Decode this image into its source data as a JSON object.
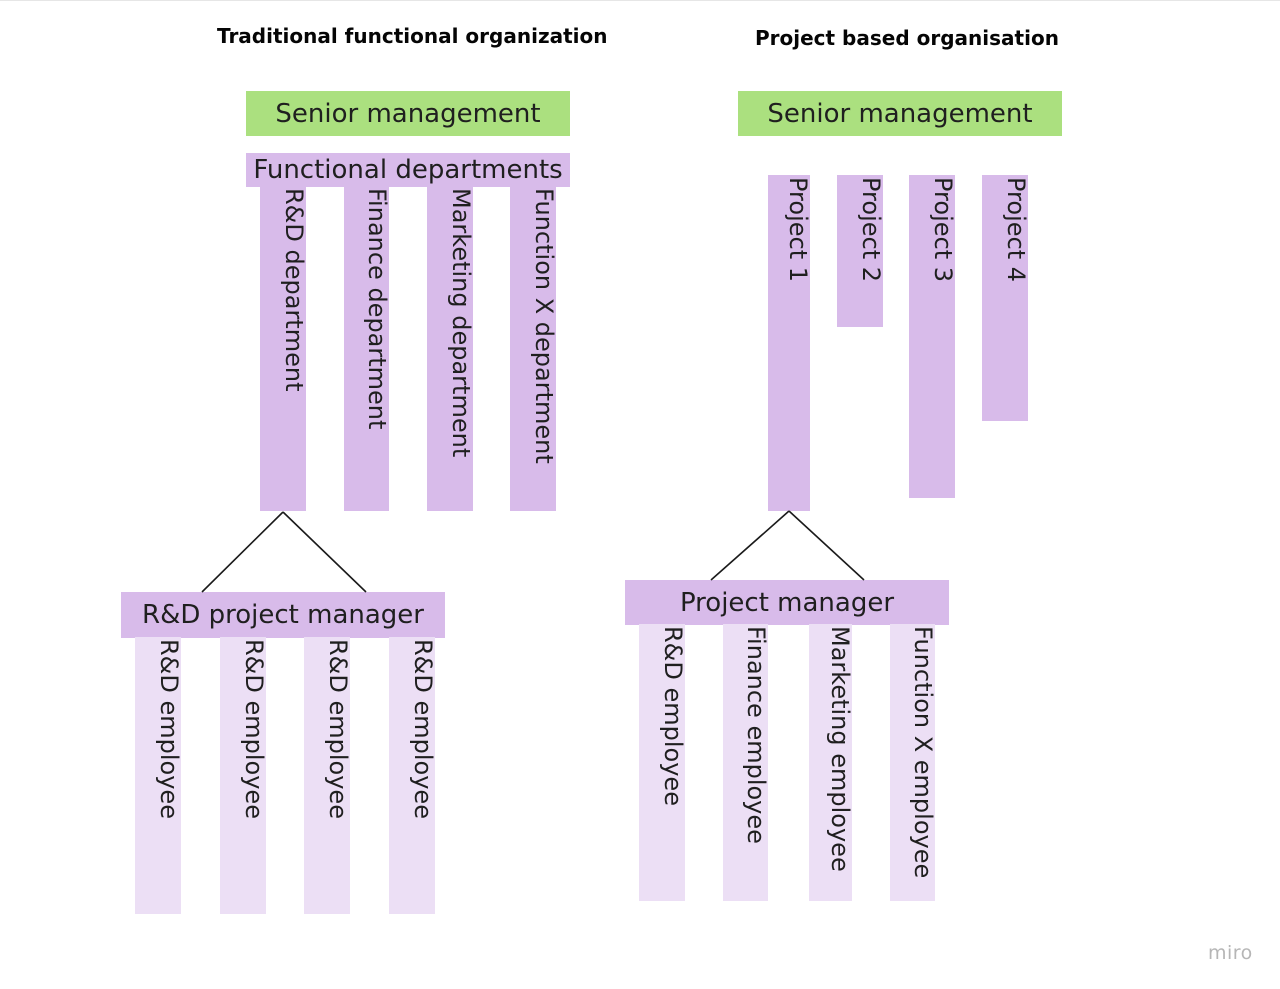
{
  "left": {
    "title": "Traditional functional organization",
    "senior": "Senior management",
    "functional": "Functional departments",
    "departments": [
      "R&D department",
      "Finance department",
      "Marketing department",
      "Function X department"
    ],
    "manager": "R&D project manager",
    "employees": [
      "R&D employee",
      "R&D employee",
      "R&D employee",
      "R&D employee"
    ]
  },
  "right": {
    "title": "Project based organisation",
    "senior": "Senior management",
    "projects": [
      "Project 1",
      "Project 2",
      "Project 3",
      "Project 4"
    ],
    "manager": "Project manager",
    "employees": [
      "R&D employee",
      "Finance employee",
      "Marketing employee",
      "Function X employee"
    ]
  },
  "watermark": "miro",
  "colors": {
    "senior_green": "#abe07f",
    "purple": "#d8bbea",
    "lilac": "#ecdff5",
    "line": "#1a1a1a"
  }
}
